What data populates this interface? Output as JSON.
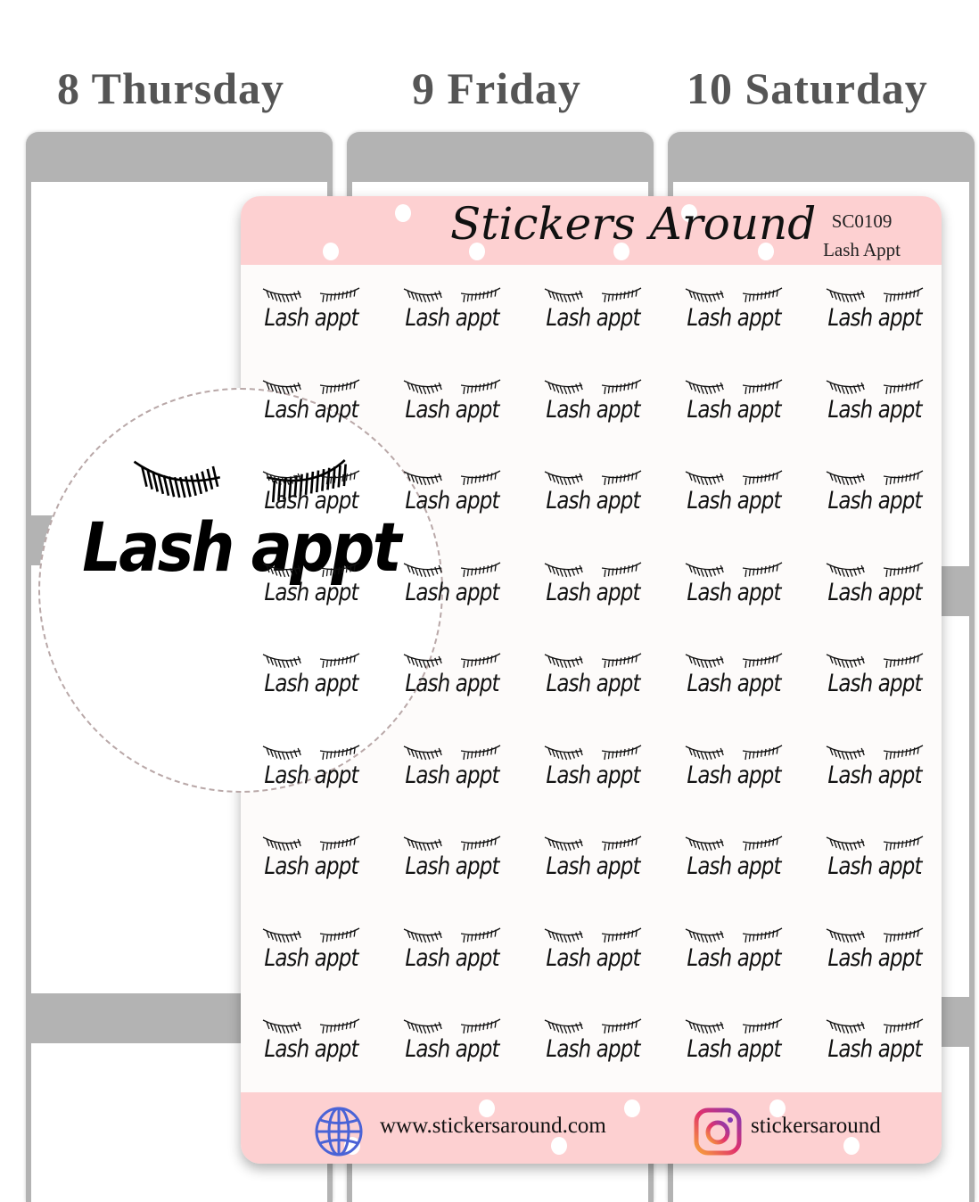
{
  "days": [
    "8 Thursday",
    "9 Friday",
    "10 Saturday"
  ],
  "sheet": {
    "brand": "Stickers Around",
    "code": "SC0109",
    "name": "Lash Appt",
    "sticker_label": "Lash appt",
    "rows": 9,
    "cols": 5,
    "website": "www.stickersaround.com",
    "instagram": "stickersaround"
  },
  "magnifier": {
    "label": "Lash appt"
  },
  "colors": {
    "pink": "#fdd0d1",
    "globe": "#4a63d6",
    "gray": "#b3b3b3"
  }
}
